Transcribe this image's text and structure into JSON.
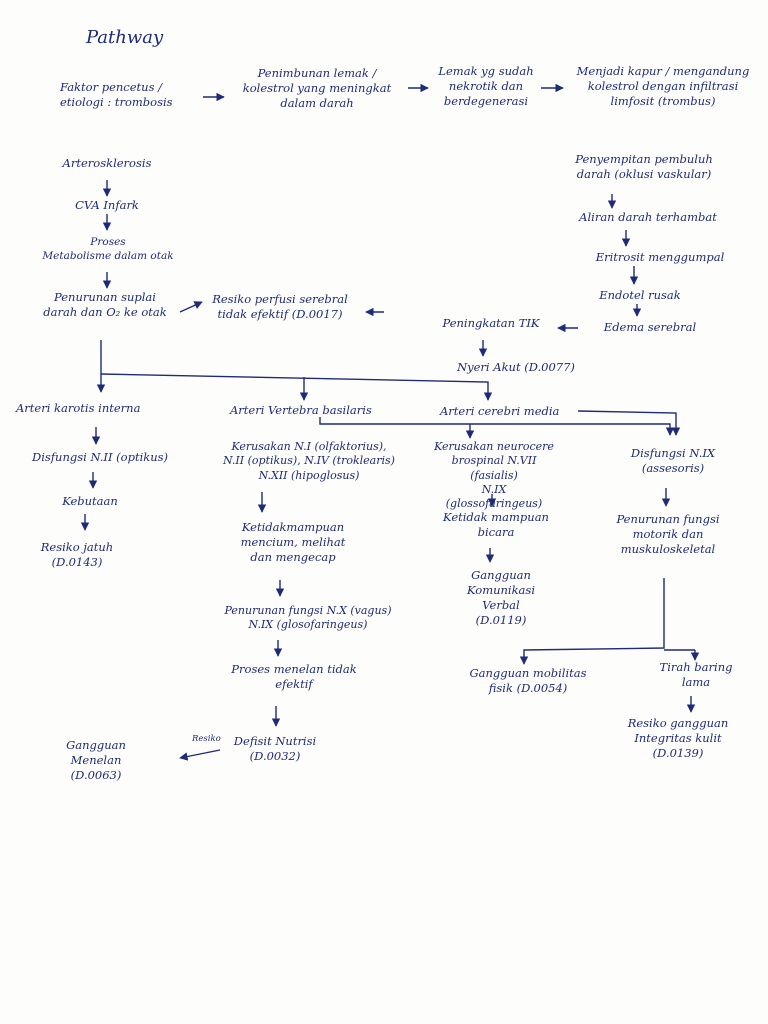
{
  "title": "Pathway",
  "row1": {
    "faktor": "Faktor pencetus /\netiologi : trombosis",
    "penimbunan": "Penimbunan lemak /\nkolestrol yang meningkat\ndalam darah",
    "lemak": "Lemak yg sudah\nnekrotik dan\nberdegenerasi",
    "kapur": "Menjadi kapur / mengandung\nkolestrol dengan infiltrasi\nlimfosit (trombus)"
  },
  "left_chain": {
    "arteros": "Arterosklerosis",
    "cva": "CVA Infark",
    "proses": "Proses\nMetabolisme dalam otak",
    "penurunan_suplai": "Penurunan suplai\ndarah dan O₂ ke otak",
    "perfusi": "Resiko perfusi serebral\ntidak efektif (D.0017)"
  },
  "right_chain": {
    "penyempitan": "Penyempitan pembuluh\ndarah (oklusi vaskular)",
    "aliran": "Aliran darah terhambat",
    "eritrosit": "Eritrosit menggumpal",
    "endotel": "Endotel rusak",
    "edema": "Edema serebral",
    "tik": "Peningkatan TIK",
    "nyeri": "Nyeri Akut (D.0077)"
  },
  "branches": {
    "karotis": "Arteri karotis interna",
    "vertebra": "Arteri Vertebra basilaris",
    "cerebri": "Arteri cerebri media"
  },
  "col_karotis": {
    "disfungsi": "Disfungsi N.II (optikus)",
    "kebutaan": "Kebutaan",
    "resiko_jatuh": "Resiko jatuh\n(D.0143)"
  },
  "col_vertebra": {
    "kerusakan": "Kerusakan N.I (olfaktorius),\nN.II (optikus), N.IV (troklearis)\nN.XII (hipoglosus)",
    "ketidakmampuan": "Ketidakmampuan\nmencium, melihat\ndan mengecap",
    "penurunan_fungsi": "Penurunan fungsi N.X (vagus)\nN.IX (glosofaringeus)",
    "proses_menelan": "Proses menelan tidak\nefektif",
    "defisit": "Defisit Nutrisi\n(D.0032)",
    "resiko_small": "Resiko",
    "gangguan_menelan": "Gangguan\nMenelan\n(D.0063)"
  },
  "col_cerebri": {
    "kerusakan_neuro": "Kerusakan neurocere\nbrospinal N.VII (fasialis)\nN.IX (glossofaringeus)",
    "ketidakmampuan_bicara": "Ketidak mampuan\nbicara",
    "gangguan_komunikasi": "Gangguan Komunikasi\nVerbal\n(D.0119)"
  },
  "col_asesoris": {
    "disfungsi_n11": "Disfungsi N.IX\n(assesoris)",
    "penurunan_motorik": "Penurunan fungsi\nmotorik dan\nmuskuloskeletal",
    "mobilitas": "Gangguan mobilitas\nfisik (D.0054)",
    "tirah": "Tirah baring\nlama",
    "integritas": "Resiko gangguan\nIntegritas kulit\n(D.0139)"
  }
}
